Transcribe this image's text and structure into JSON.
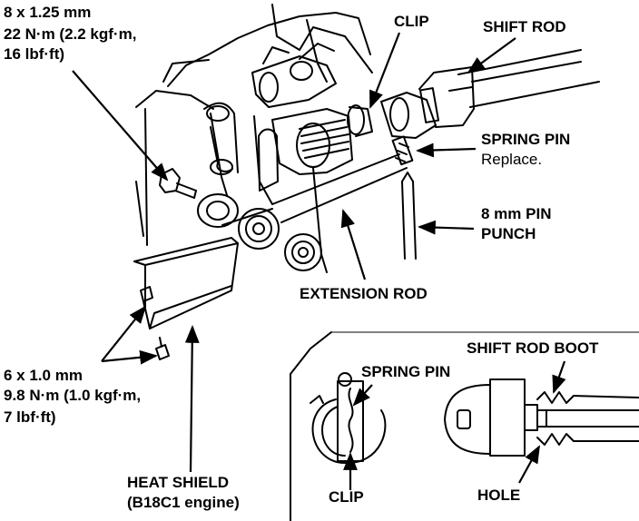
{
  "labels": {
    "bolt_upper": {
      "size": "8 x 1.25 mm",
      "torque1": "22 N·m (2.2 kgf·m,",
      "torque2": "16 lbf·ft)"
    },
    "clip_top": "CLIP",
    "shift_rod": "SHIFT ROD",
    "spring_pin": "SPRING PIN",
    "replace": "Replace.",
    "pin_punch1": "8 mm PIN",
    "pin_punch2": "PUNCH",
    "extension_rod": "EXTENSION ROD",
    "bolt_lower": {
      "size": "6 x 1.0 mm",
      "torque1": "9.8 N·m (1.0 kgf·m,",
      "torque2": "7 lbf·ft)"
    },
    "shift_rod_boot": "SHIFT ROD BOOT",
    "spring_pin_inset": "SPRING PIN",
    "heat_shield1": "HEAT SHIELD",
    "heat_shield2": "(B18C1 engine)",
    "clip_bottom": "CLIP",
    "hole": "HOLE"
  },
  "colors": {
    "ink": "#000000",
    "paper": "#ffffff"
  }
}
